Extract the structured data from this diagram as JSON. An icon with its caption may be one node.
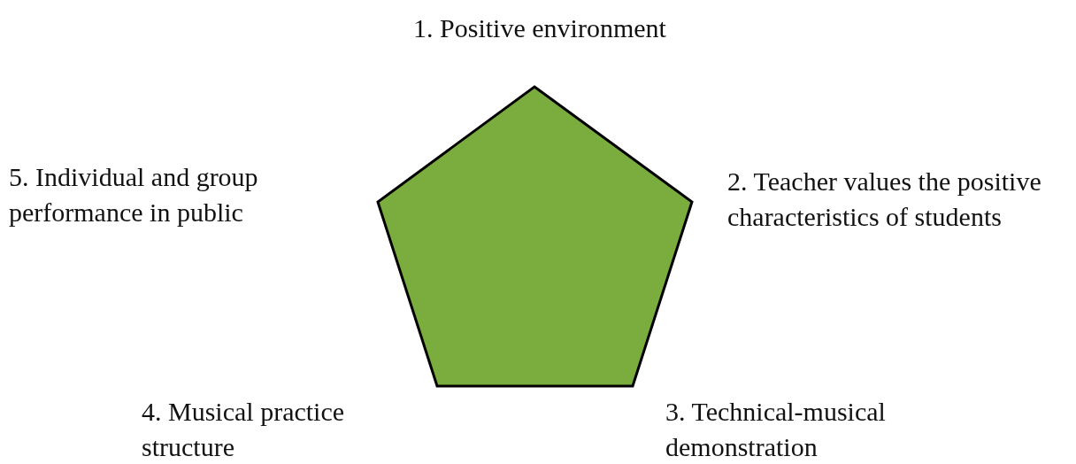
{
  "diagram": {
    "nodes": [
      {
        "text": [],
        "shape": "pentagon"
      }
    ],
    "labels": [
      "1. Positive environment",
      "2. Teacher values the positive characteristics of students",
      "3. Technical-musical demonstration",
      "4. Musical practice structure",
      "5. Individual and group performance in public"
    ]
  }
}
